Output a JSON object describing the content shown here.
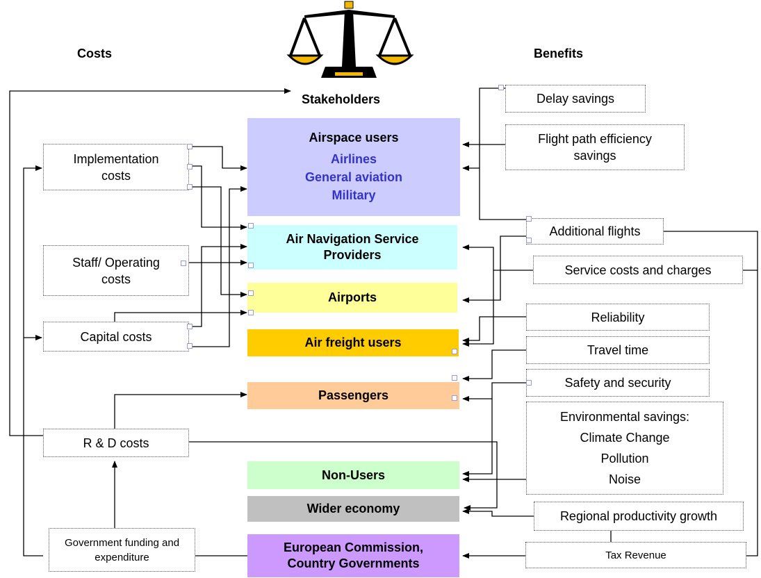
{
  "headers": {
    "costs": "Costs",
    "benefits": "Benefits",
    "stakeholders": "Stakeholders"
  },
  "cost_boxes": {
    "implementation": "Implementation costs",
    "staff": "Staff/ Operating costs",
    "capital": "Capital costs",
    "rnd": "R & D costs",
    "government": "Government funding and expenditure"
  },
  "stakeholders": {
    "airspace": {
      "title": "Airspace users",
      "subs": [
        "Airlines",
        "General aviation",
        "Military"
      ]
    },
    "ansp": "Air Navigation Service Providers",
    "airports": "Airports",
    "freight": "Air freight users",
    "passengers": "Passengers",
    "nonusers": "Non-Users",
    "wider": "Wider economy",
    "ec": "European Commission, Country Governments"
  },
  "benefit_boxes": {
    "delay": "Delay savings",
    "flightpath": "Flight path efficiency savings",
    "additional": "Additional flights",
    "service": "Service costs and charges",
    "reliability": "Reliability",
    "travel": "Travel time",
    "safety": "Safety and security",
    "env_title": "Environmental savings:",
    "env_items": [
      "Climate Change",
      "Pollution",
      "Noise"
    ],
    "regional": "Regional productivity growth",
    "tax": "Tax Revenue"
  },
  "colors": {
    "airspace": "#ccccff",
    "ansp": "#ccffff",
    "airports": "#ffff99",
    "freight": "#ffcc00",
    "passengers": "#ffcc99",
    "nonusers": "#ccffcc",
    "wider": "#c0c0c0",
    "ec": "#cc99ff",
    "sub_text": "#3333cc",
    "scale_gold": "#f5b800"
  },
  "icons": {
    "scale": "balance-scale-icon"
  }
}
